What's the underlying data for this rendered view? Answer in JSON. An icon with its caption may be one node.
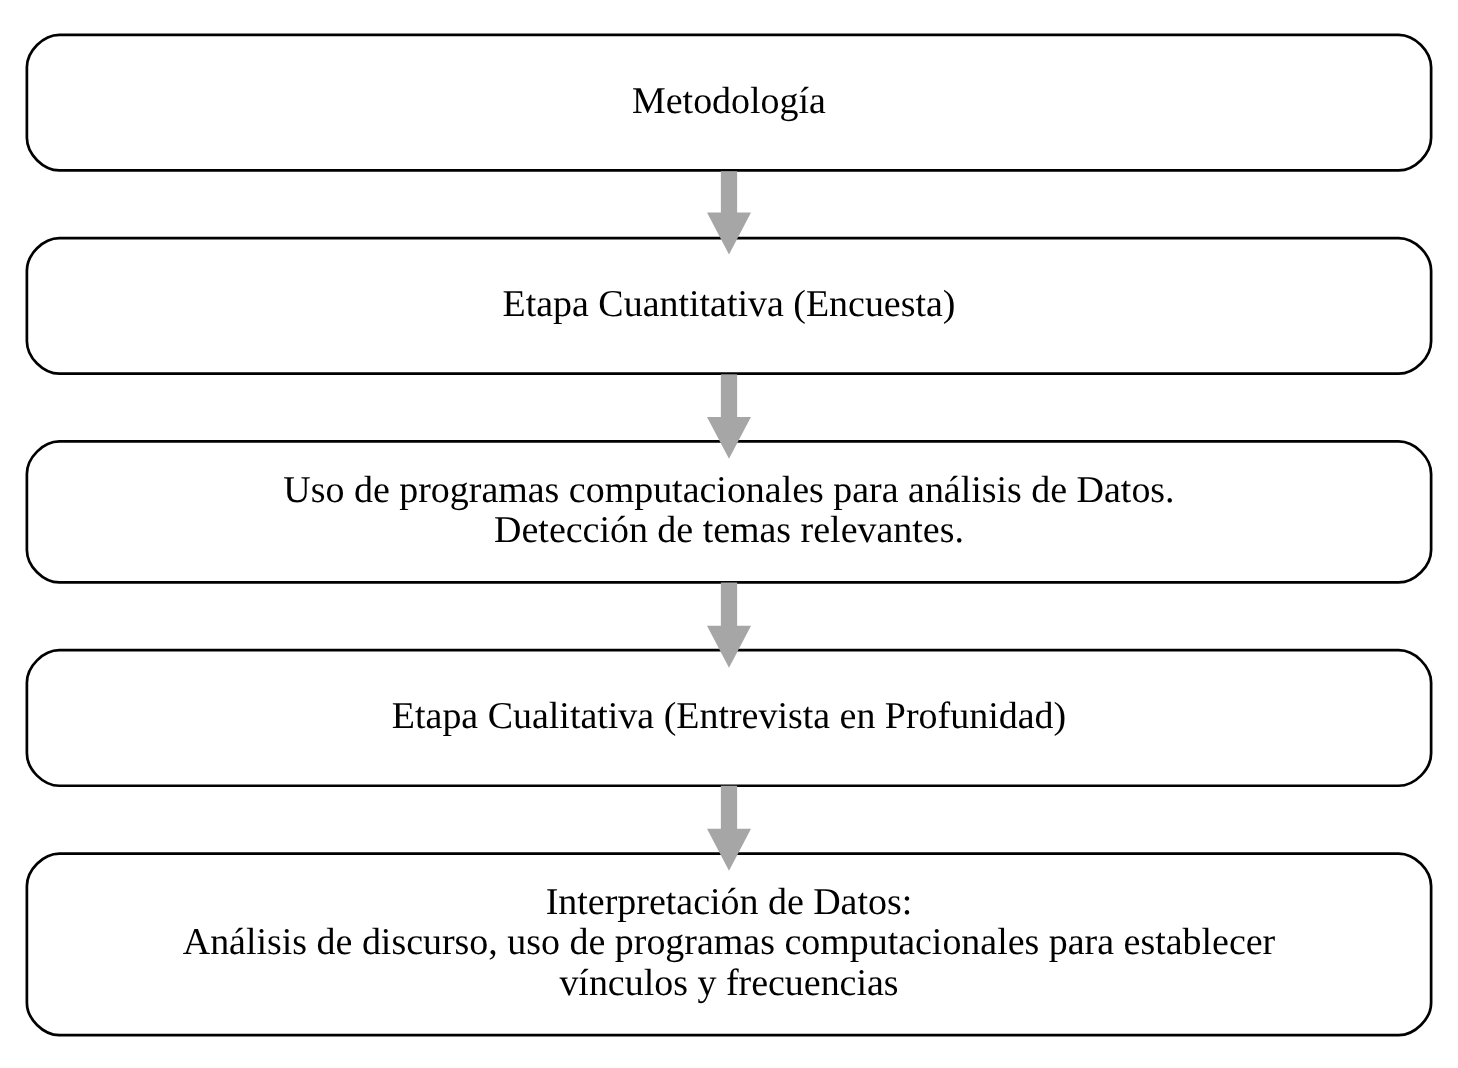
{
  "diagram": {
    "nodes": [
      {
        "text": [
          "Metodología"
        ]
      },
      {
        "text": [
          "Etapa Cuantitativa (Encuesta)"
        ]
      },
      {
        "text": [
          "Uso de programas computacionales para análisis de Datos.",
          "Detección de temas relevantes."
        ]
      },
      {
        "text": [
          "Etapa Cualitativa (Entrevista en Profunidad)"
        ]
      },
      {
        "text": [
          "Interpretación de Datos:",
          "Análisis de discurso, uso de programas computacionales para establecer vínculos y frecuencias"
        ]
      }
    ],
    "edges": [
      {
        "from": 0,
        "to": 1,
        "arrow": "to"
      },
      {
        "from": 1,
        "to": 2,
        "arrow": "to"
      },
      {
        "from": 2,
        "to": 3,
        "arrow": "to"
      },
      {
        "from": 3,
        "to": 4,
        "arrow": "to"
      }
    ]
  }
}
